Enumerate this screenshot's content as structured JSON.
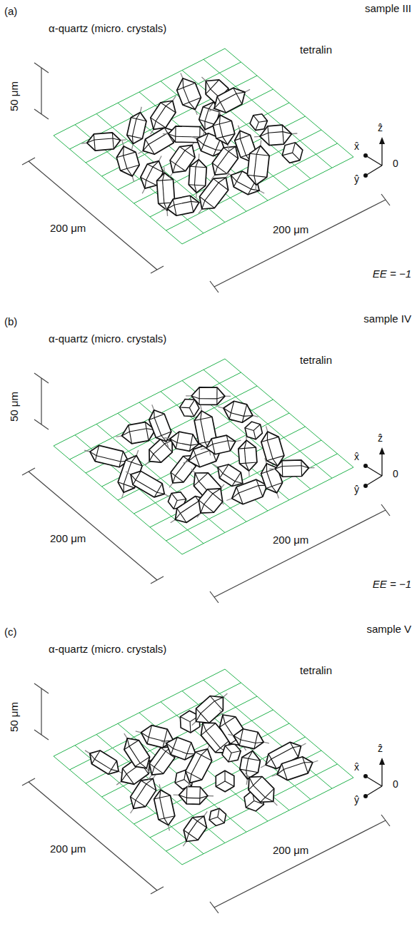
{
  "diagram": {
    "labels": [
      "(a)",
      "sample III",
      "α-quartz (micro. crystals)",
      "tetralin",
      "50 μm",
      "200 μm",
      "200 μm",
      "x̂",
      "ẑ",
      "ŷ",
      "0",
      "EE = −1",
      "(b)",
      "sample IV",
      "α-quartz (micro. crystals)",
      "tetralin",
      "50 μm",
      "200 μm",
      "200 μm",
      "x̂",
      "ẑ",
      "ŷ",
      "0",
      "EE = −1",
      "(c)",
      "sample V",
      "α-quartz (micro. crystals)",
      "tetralin",
      "50 μm",
      "200 μm",
      "200 μm",
      "x̂",
      "ẑ",
      "ŷ",
      "0"
    ]
  }
}
